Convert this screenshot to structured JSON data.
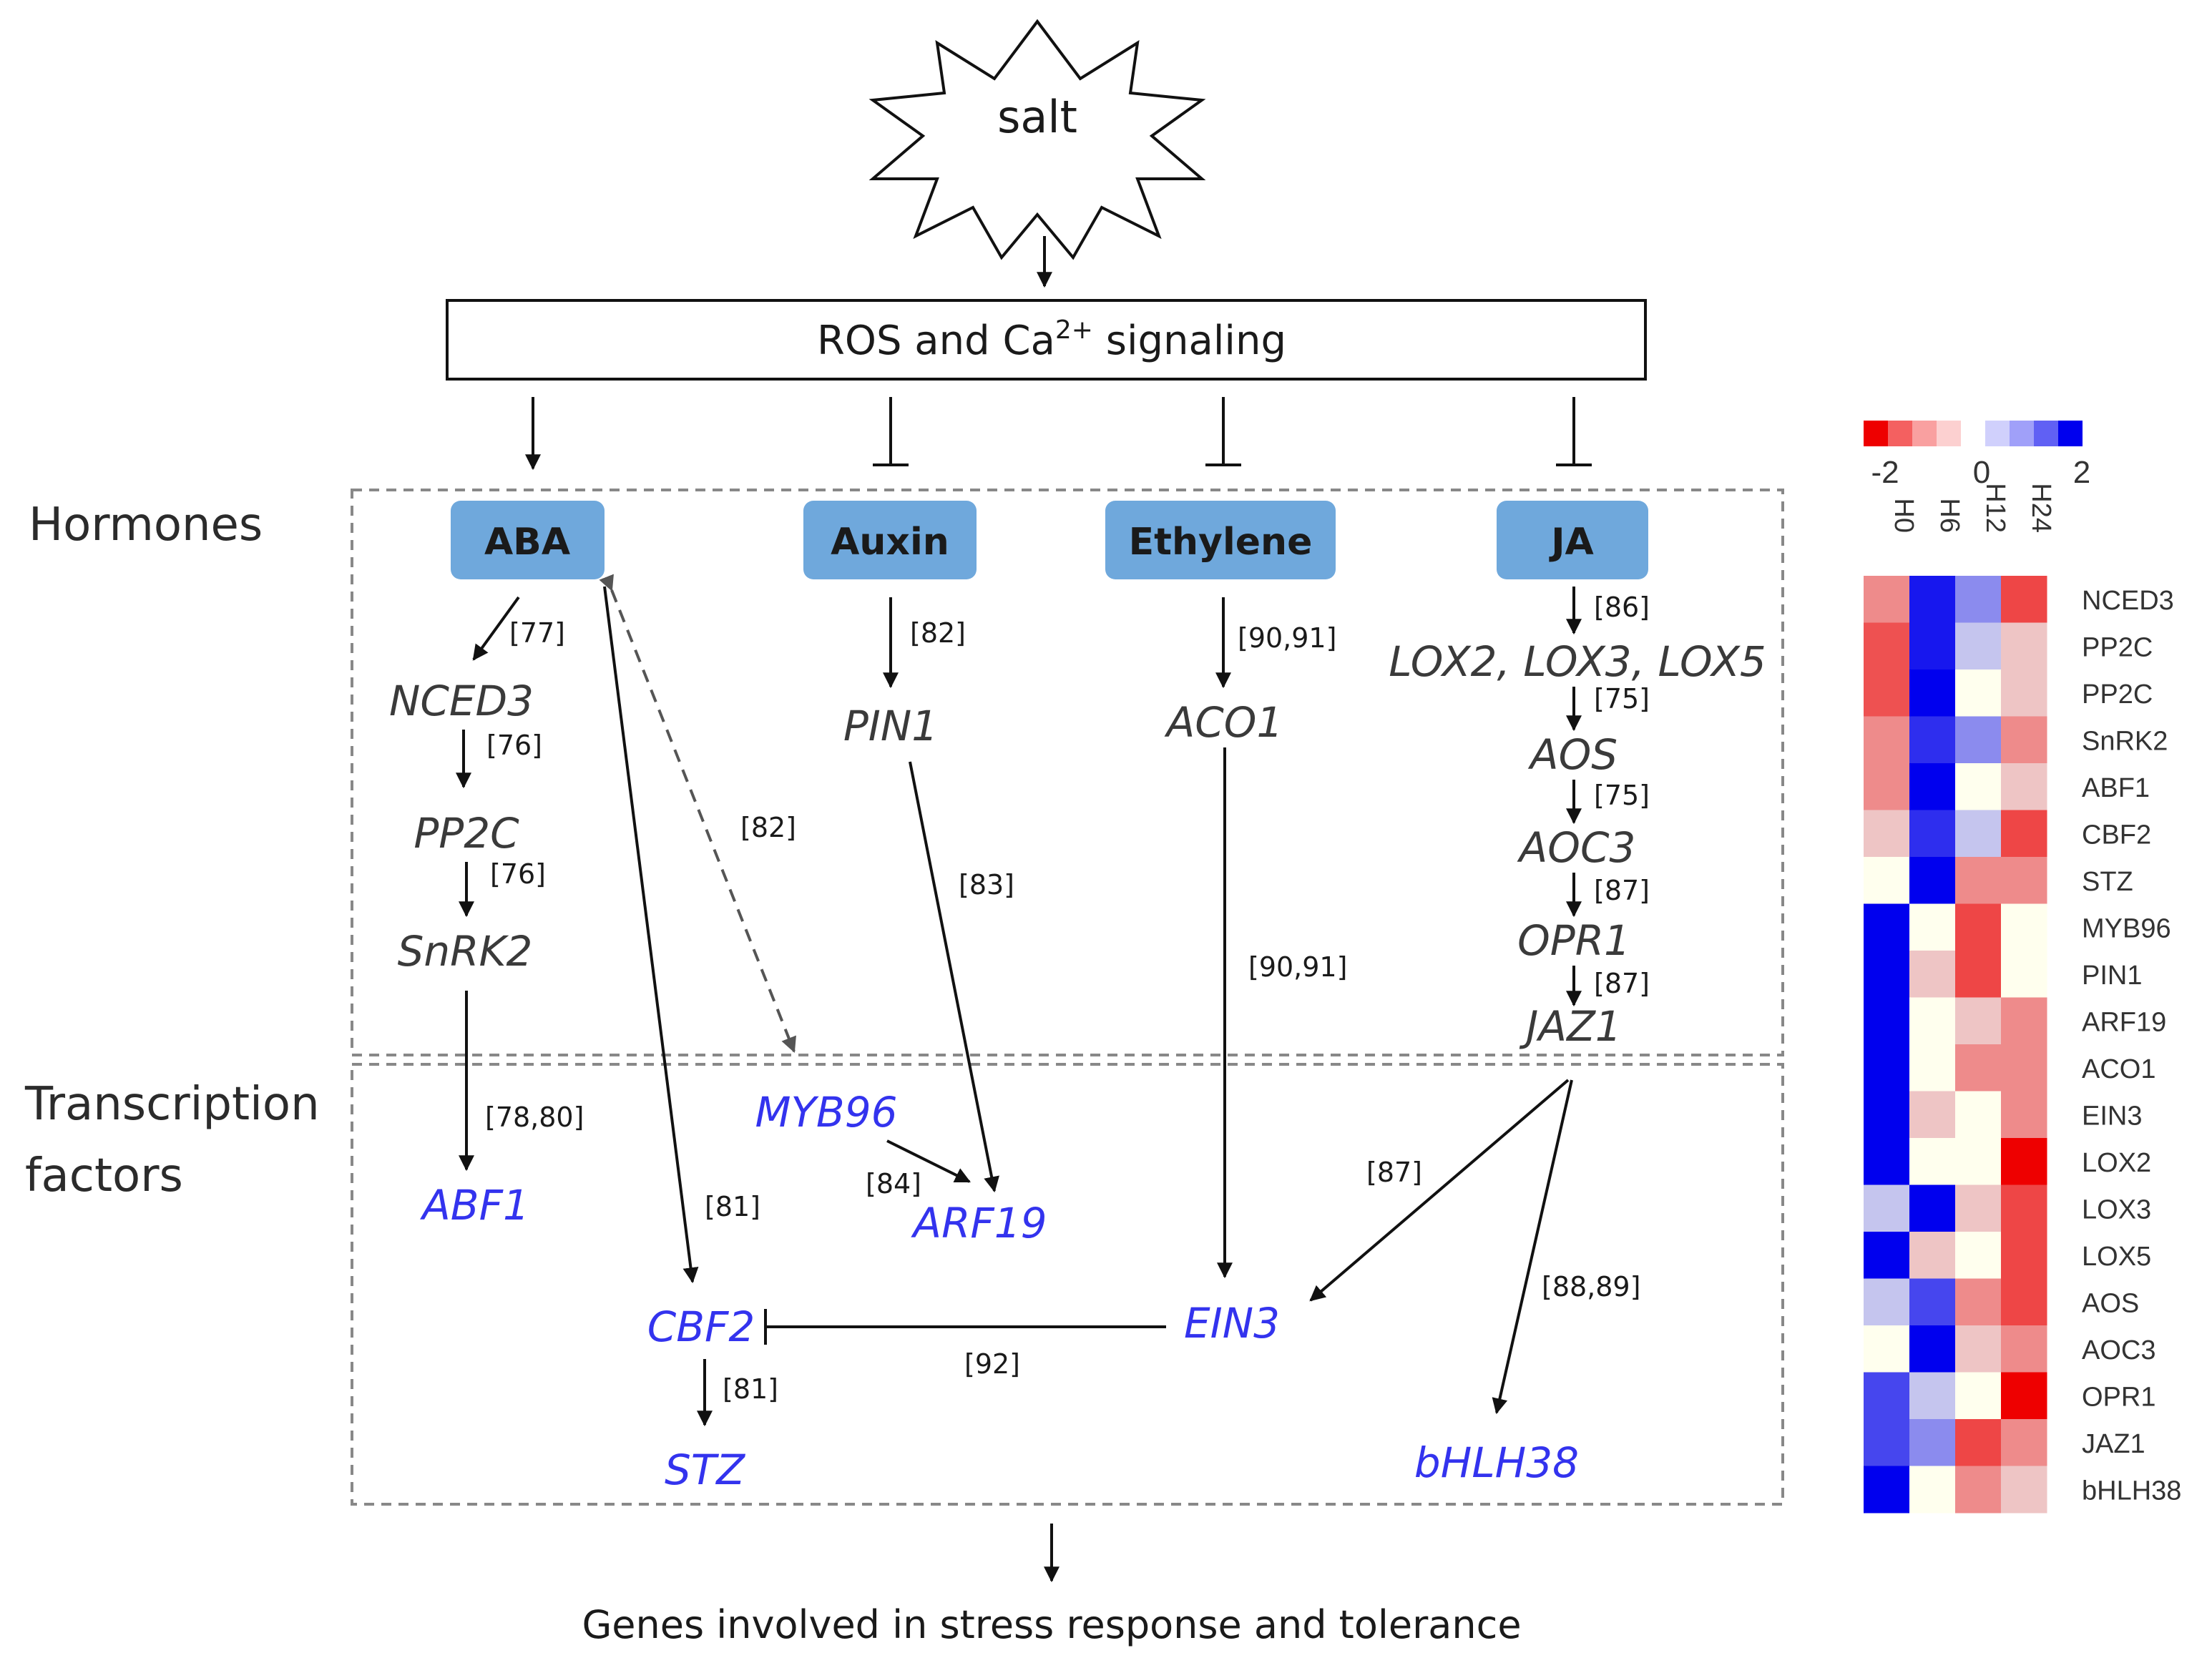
{
  "stimulus": {
    "label": "salt"
  },
  "signaling": {
    "label_prefix": "ROS and Ca",
    "label_sup": "2+",
    "label_suffix": " signaling"
  },
  "sections": {
    "hormones": "Hormones",
    "tf_line1": "Transcription",
    "tf_line2": "factors"
  },
  "hormones": {
    "aba": "ABA",
    "auxin": "Auxin",
    "ethylene": "Ethylene",
    "ja": "JA",
    "box_color": "#6fa8dc"
  },
  "genes": {
    "nced3": "NCED3",
    "pp2c": "PP2C",
    "snrk2": "SnRK2",
    "pin1": "PIN1",
    "aco1": "ACO1",
    "lox": "LOX2, LOX3, LOX5",
    "aos": "AOS",
    "aoc3": "AOC3",
    "opr1": "OPR1",
    "jaz1": "JAZ1"
  },
  "transcription_factors": {
    "abf1": "ABF1",
    "myb96": "MYB96",
    "arf19": "ARF19",
    "cbf2": "CBF2",
    "ein3": "EIN3",
    "stz": "STZ",
    "bhlh38": "bHLH38",
    "color": "#3333ee"
  },
  "refs": {
    "r77": "[77]",
    "r76a": "[76]",
    "r76b": "[76]",
    "r82a": "[82]",
    "r82b": "[82]",
    "r83": "[83]",
    "r9091a": "[90,91]",
    "r9091b": "[90,91]",
    "r86": "[86]",
    "r75a": "[75]",
    "r75b": "[75]",
    "r87a": "[87]",
    "r87b": "[87]",
    "r87c": "[87]",
    "r7880": "[78,80]",
    "r81a": "[81]",
    "r81b": "[81]",
    "r84": "[84]",
    "r92": "[92]",
    "r8889": "[88,89]"
  },
  "output": {
    "label": "Genes involved in stress response and tolerance"
  },
  "heatmap": {
    "scale_ticks": [
      "-2",
      "0",
      "2"
    ],
    "scale_colors": [
      "#ee0000",
      "#f46060",
      "#f9a0a0",
      "#fcd0d0",
      "#ffffff",
      "#d0d0fc",
      "#a0a0f9",
      "#6060f4",
      "#0000ee"
    ],
    "columns": [
      "H0",
      "H6",
      "H12",
      "H24"
    ],
    "rows": [
      {
        "gene": "NCED3",
        "values": [
          -1.0,
          2.0,
          1.0,
          -1.6
        ]
      },
      {
        "gene": "PP2C",
        "values": [
          -1.5,
          2.0,
          0.5,
          -0.5
        ]
      },
      {
        "gene": "PP2C",
        "values": [
          -1.5,
          2.2,
          0.0,
          -0.5
        ]
      },
      {
        "gene": "SnRK2",
        "values": [
          -1.0,
          1.8,
          1.0,
          -1.0
        ]
      },
      {
        "gene": "ABF1",
        "values": [
          -1.0,
          2.2,
          0.0,
          -0.5
        ]
      },
      {
        "gene": "CBF2",
        "values": [
          -0.5,
          1.8,
          0.5,
          -1.6
        ]
      },
      {
        "gene": "STZ",
        "values": [
          0.0,
          2.2,
          -1.0,
          -1.0
        ]
      },
      {
        "gene": "MYB96",
        "values": [
          2.2,
          0.0,
          -1.6,
          0.0
        ]
      },
      {
        "gene": "PIN1",
        "values": [
          2.2,
          -0.5,
          -1.6,
          0.0
        ]
      },
      {
        "gene": "ARF19",
        "values": [
          2.2,
          0.0,
          -0.5,
          -1.0
        ]
      },
      {
        "gene": "ACO1",
        "values": [
          2.2,
          0.0,
          -1.0,
          -1.0
        ]
      },
      {
        "gene": "EIN3",
        "values": [
          2.2,
          -0.5,
          0.0,
          -1.0
        ]
      },
      {
        "gene": "LOX2",
        "values": [
          2.2,
          0.0,
          0.0,
          -2.2
        ]
      },
      {
        "gene": "LOX3",
        "values": [
          0.5,
          2.2,
          -0.5,
          -1.6
        ]
      },
      {
        "gene": "LOX5",
        "values": [
          2.2,
          -0.5,
          0.0,
          -1.6
        ]
      },
      {
        "gene": "AOS",
        "values": [
          0.5,
          1.6,
          -1.0,
          -1.6
        ]
      },
      {
        "gene": "AOC3",
        "values": [
          0.0,
          2.2,
          -0.5,
          -1.0
        ]
      },
      {
        "gene": "OPR1",
        "values": [
          1.6,
          0.5,
          0.0,
          -2.2
        ]
      },
      {
        "gene": "JAZ1",
        "values": [
          1.6,
          1.0,
          -1.6,
          -1.0
        ]
      },
      {
        "gene": "bHLH38",
        "values": [
          2.2,
          0.0,
          -1.0,
          -0.5
        ]
      }
    ]
  }
}
